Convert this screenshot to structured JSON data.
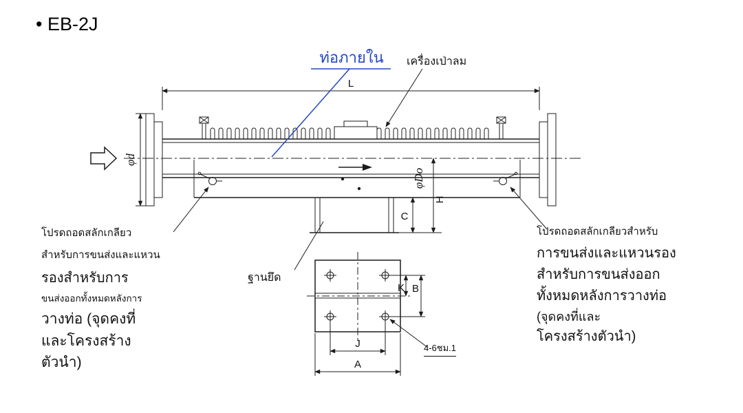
{
  "page": {
    "title": "• EB-2J",
    "background": "#ffffff"
  },
  "colors": {
    "line": "#1c1c1c",
    "accent_blue": "#2448c0"
  },
  "labels": {
    "inner_pipe": "ท่อภายใน",
    "blower": "เครื่องเป่าลม",
    "base_mount": "ฐานยึด",
    "holes_note": "4-6ชม.1"
  },
  "dimensions": {
    "length": "L",
    "inlet_diameter": "φd",
    "outer_diameter": "φDo",
    "height": "H",
    "base_offset": "C",
    "k": "K",
    "b": "B",
    "j": "J",
    "a": "A"
  },
  "notes": {
    "left": [
      "โปรดถอดสลักเกลียว",
      "สำหรับการขนส่งและแหวน",
      "รองสำหรับการ",
      "ขนส่งออกทั้งหมดหลังการ",
      "วางท่อ (จุดคงที่",
      "และโครงสร้าง",
      "ตัวนำ)"
    ],
    "right": [
      "โปรดถอดสลักเกลียวสำหรับ",
      "การขนส่งและแหวนรอง",
      "สำหรับการขนส่งออก",
      "ทั้งหมดหลังการวางท่อ",
      "(จุดคงที่และ",
      "โครงสร้างตัวนำ)"
    ]
  }
}
